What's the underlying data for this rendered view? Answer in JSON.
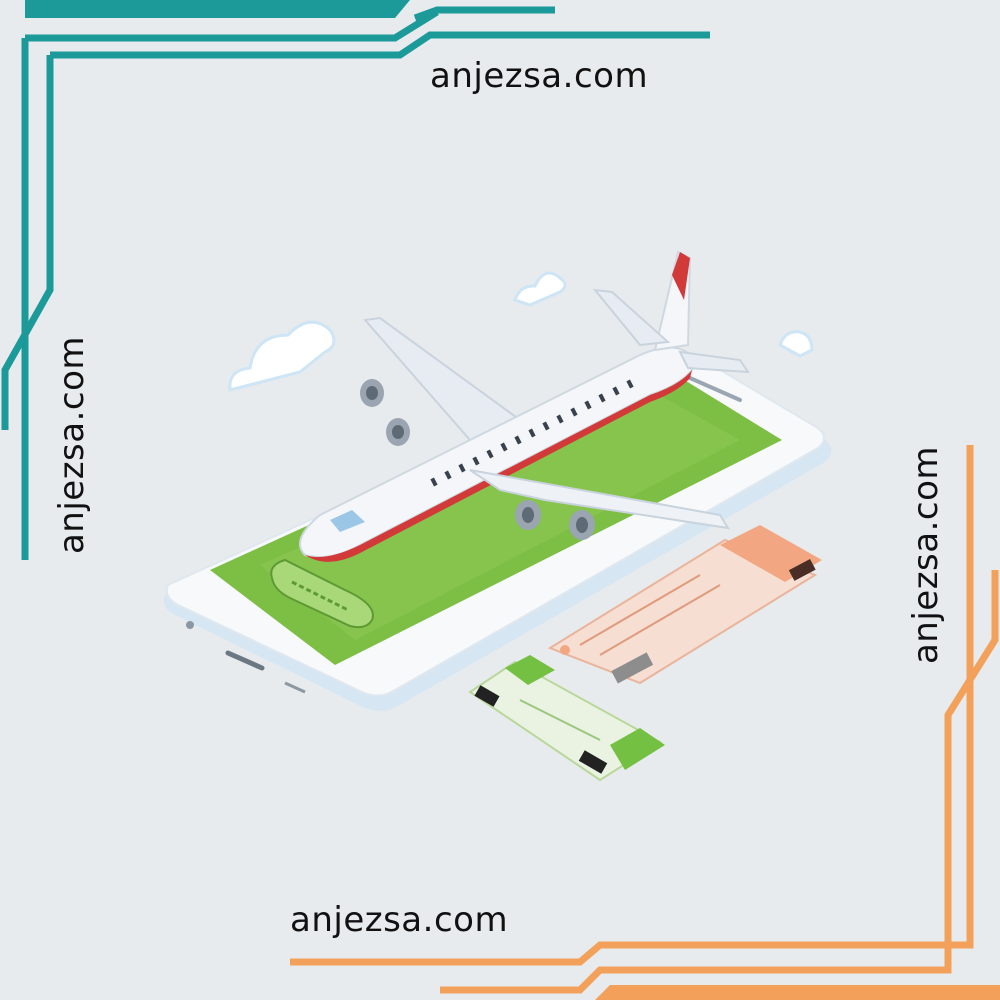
{
  "watermarks": {
    "top": "anjezsa.com",
    "left": "anjezsa.com",
    "right": "anjezsa.com",
    "bottom": "anjezsa.com"
  },
  "colors": {
    "background": "#e8ebee",
    "teal_frame": "#1c9a9a",
    "orange_frame": "#f2a05a",
    "screen_green": "#7dbf45",
    "plane_red": "#d23a3a"
  },
  "illustration": {
    "phone_screen_button": "",
    "icons": [
      "airplane-icon",
      "smartphone-icon",
      "cloud-icon",
      "boarding-pass-icon"
    ]
  }
}
